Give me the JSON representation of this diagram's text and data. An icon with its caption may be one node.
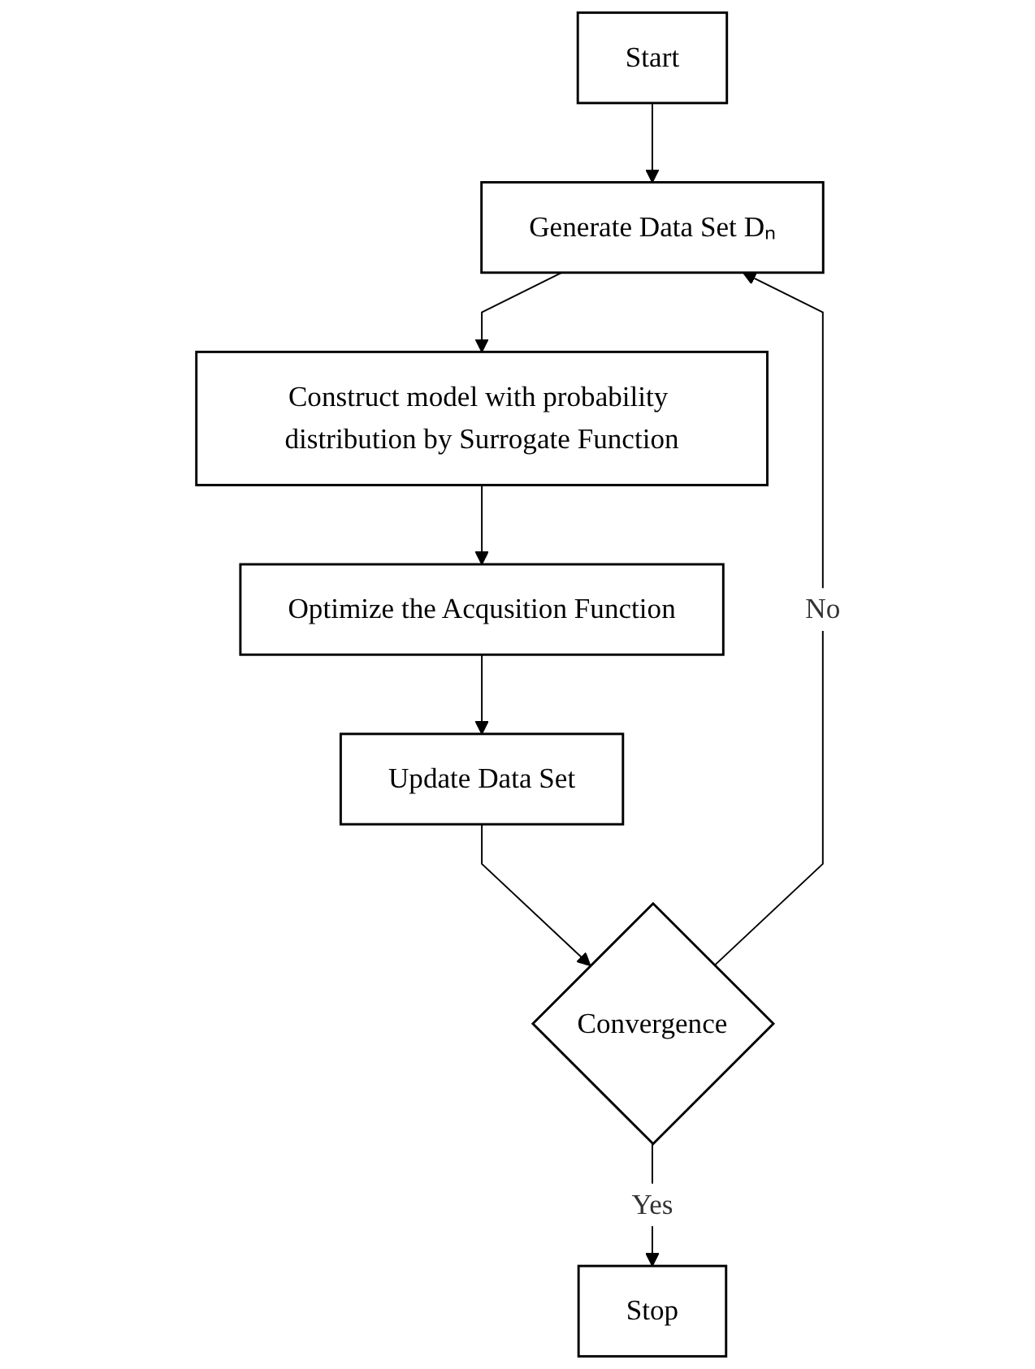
{
  "diagram": {
    "nodes": [
      {
        "text": [
          "Start"
        ]
      },
      {
        "text": [
          "Generate Data Set Dₙ"
        ]
      },
      {
        "text": [
          "Construct model with probability distribution by Surrogate Function"
        ]
      },
      {
        "text": [
          "Optimize the Acqusition Function"
        ]
      },
      {
        "text": [
          "Update Data Set"
        ]
      },
      {
        "text": [
          "Convergence"
        ]
      },
      {
        "text": [
          "Stop"
        ]
      }
    ],
    "edges": [
      {
        "from": 0,
        "to": 1,
        "arrow": "to"
      },
      {
        "from": 1,
        "to": 2,
        "arrow": "to"
      },
      {
        "from": 2,
        "to": 3,
        "arrow": "to"
      },
      {
        "from": 3,
        "to": 4,
        "arrow": "to"
      },
      {
        "from": 4,
        "to": 5,
        "arrow": "to"
      },
      {
        "from": 5,
        "to": 1,
        "arrow": "to",
        "label": "No"
      },
      {
        "from": 5,
        "to": 6,
        "arrow": "to",
        "label": "Yes"
      }
    ]
  }
}
